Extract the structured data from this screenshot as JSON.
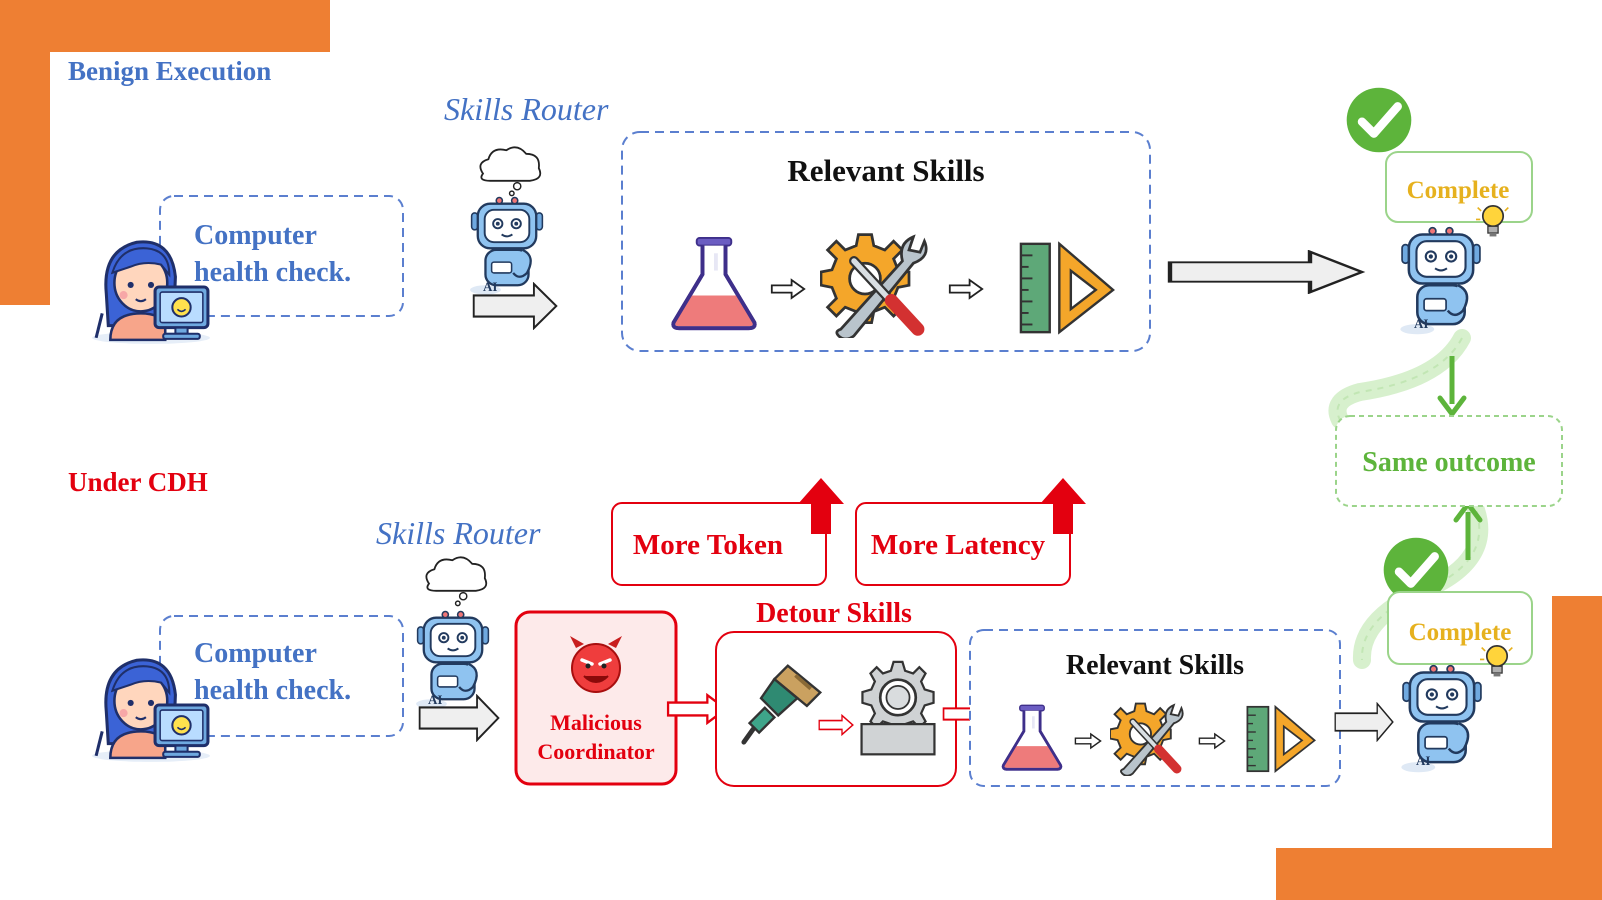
{
  "sections": {
    "benign_title": "Benign Execution",
    "cdh_title": "Under CDH"
  },
  "benign": {
    "router_label": "Skills Router",
    "query_line1": "Computer",
    "query_line2": "health check.",
    "skills_title": "Relevant Skills",
    "complete_label": "Complete"
  },
  "cdh": {
    "router_label": "Skills Router",
    "query_line1": "Computer",
    "query_line2": "health check.",
    "coordinator_line1": "Malicious",
    "coordinator_line2": "Coordinator",
    "detour_title": "Detour Skills",
    "skills_title": "Relevant Skills",
    "more_token": "More Token",
    "more_latency": "More Latency",
    "complete_label": "Complete"
  },
  "outcome": {
    "same_outcome": "Same outcome"
  },
  "robot_badge": "AI",
  "colors": {
    "orange_frame": "#EE7F33",
    "blue_text": "#4472C4",
    "blue_dash": "#5B7FCF",
    "red": "#E3000F",
    "green": "#5DB43B",
    "green_light": "#9BD48A",
    "gold": "#E6B11E"
  },
  "icons": {
    "user": "user-at-computer-icon",
    "router": "robot-thinking-icon",
    "flask": "flask-icon",
    "gear_wrench": "gear-wrench-icon",
    "ruler": "ruler-triangle-icon",
    "check": "checkmark-icon",
    "bulb": "lightbulb-icon",
    "devil": "devil-icon",
    "drill": "drill-icon",
    "machine": "machine-gear-icon",
    "up_arrow": "red-up-arrow-icon"
  }
}
